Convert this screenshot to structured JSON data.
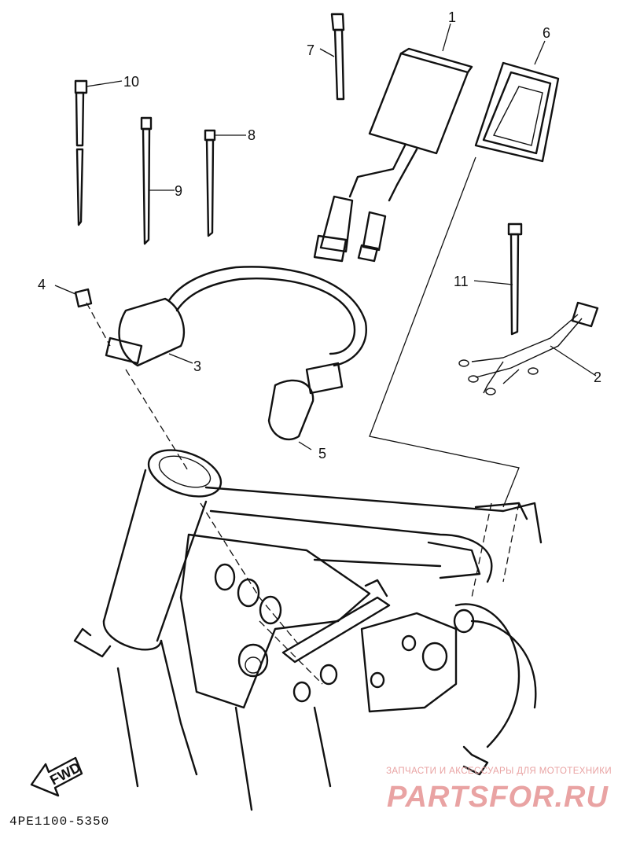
{
  "callouts": [
    "1",
    "2",
    "3",
    "4",
    "5",
    "6",
    "7",
    "8",
    "9",
    "10",
    "11"
  ],
  "fwd_label": "FWD",
  "diagram_code": "4PE1100-5350",
  "watermark": {
    "tagline": "ЗАПЧАСТИ И АКСЕССУАРЫ ДЛЯ МОТОТЕХНИКИ",
    "logo": "PARTSFOR.RU",
    "color": "#e9a3a3"
  }
}
